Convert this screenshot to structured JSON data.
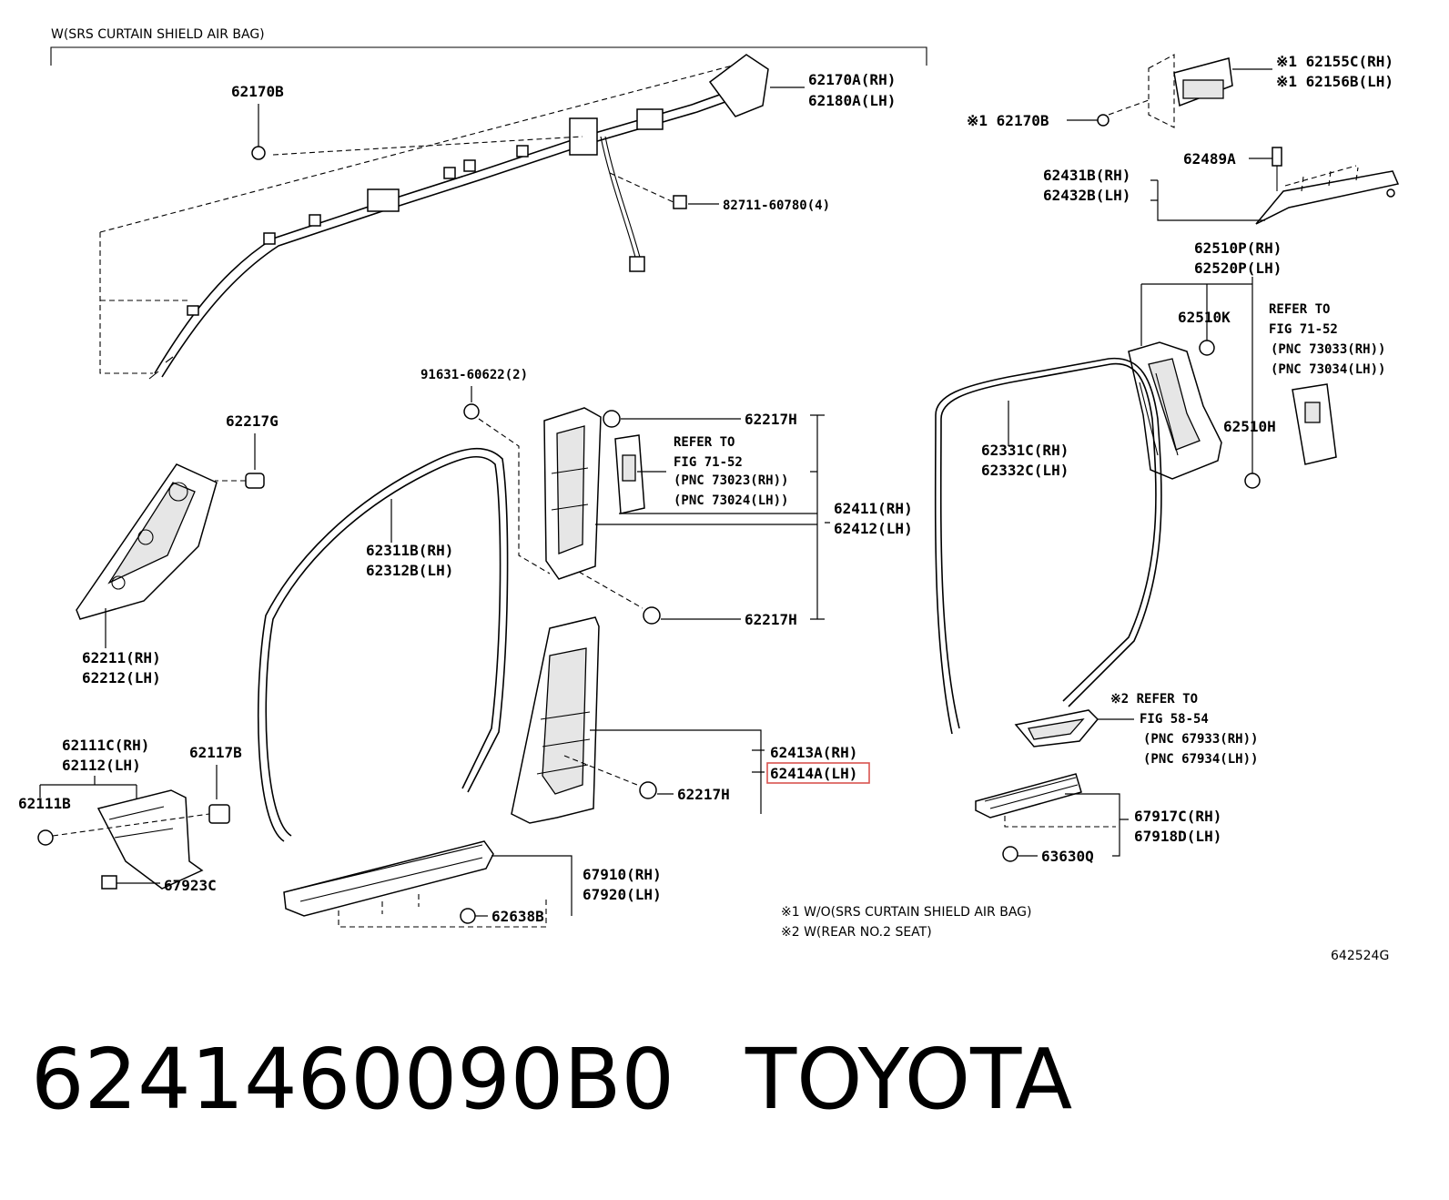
{
  "header": {
    "condition_note": "W(SRS CURTAIN SHIELD AIR BAG)"
  },
  "labels": {
    "p62170B_top": "62170B",
    "p62170A": "62170A(RH)",
    "p62180A": "62180A(LH)",
    "p82711": "82711-60780(4)",
    "p62155C": "※1 62155C(RH)",
    "p62156B": "※1 62156B(LH)",
    "p62170B_right": "※1 62170B",
    "p62489A": "62489A",
    "p62431B": "62431B(RH)",
    "p62432B": "62432B(LH)",
    "p62510P": "62510P(RH)",
    "p62520P": "62520P(LH)",
    "p62510K": "62510K",
    "refer_7152_a": "REFER TO",
    "refer_7152_b": "FIG 71-52",
    "pnc_73033": "(PNC 73033(RH))",
    "pnc_73034": "(PNC 73034(LH))",
    "p62510H": "62510H",
    "p91631": "91631-60622(2)",
    "p62217G": "62217G",
    "p62217H_top": "62217H",
    "refer_center_a": "REFER TO",
    "refer_center_b": "FIG 71-52",
    "pnc_73023": "(PNC 73023(RH))",
    "pnc_73024": "(PNC 73024(LH))",
    "p62411": "62411(RH)",
    "p62412": "62412(LH)",
    "p62331C": "62331C(RH)",
    "p62332C": "62332C(LH)",
    "p62311B": "62311B(RH)",
    "p62312B": "62312B(LH)",
    "p62217H_mid": "62217H",
    "p62211": "62211(RH)",
    "p62212": "62212(LH)",
    "refer_5854_a": "※2 REFER TO",
    "refer_5854_b": "FIG 58-54",
    "pnc_67933": "(PNC 67933(RH))",
    "pnc_67934": "(PNC 67934(LH))",
    "p62111C": "62111C(RH)",
    "p62112": "62112(LH)",
    "p62117B": "62117B",
    "p62413A": "62413A(RH)",
    "p62414A": "62414A(LH)",
    "p62111B": "62111B",
    "p62217H_low": "62217H",
    "p67917C": "67917C(RH)",
    "p67918D": "67918D(LH)",
    "p63630Q": "63630Q",
    "p67923C": "67923C",
    "p67910": "67910(RH)",
    "p67920": "67920(LH)",
    "p62638B": "62638B",
    "note1": "※1  W/O(SRS CURTAIN SHIELD AIR BAG)",
    "note2": "※2  W(REAR NO.2 SEAT)",
    "fig_id": "642524G"
  },
  "highlight": {
    "part": "62414A(LH)",
    "color": "#d9534f"
  },
  "footer": {
    "part_number": "6241460090B0",
    "brand": "TOYOTA"
  }
}
